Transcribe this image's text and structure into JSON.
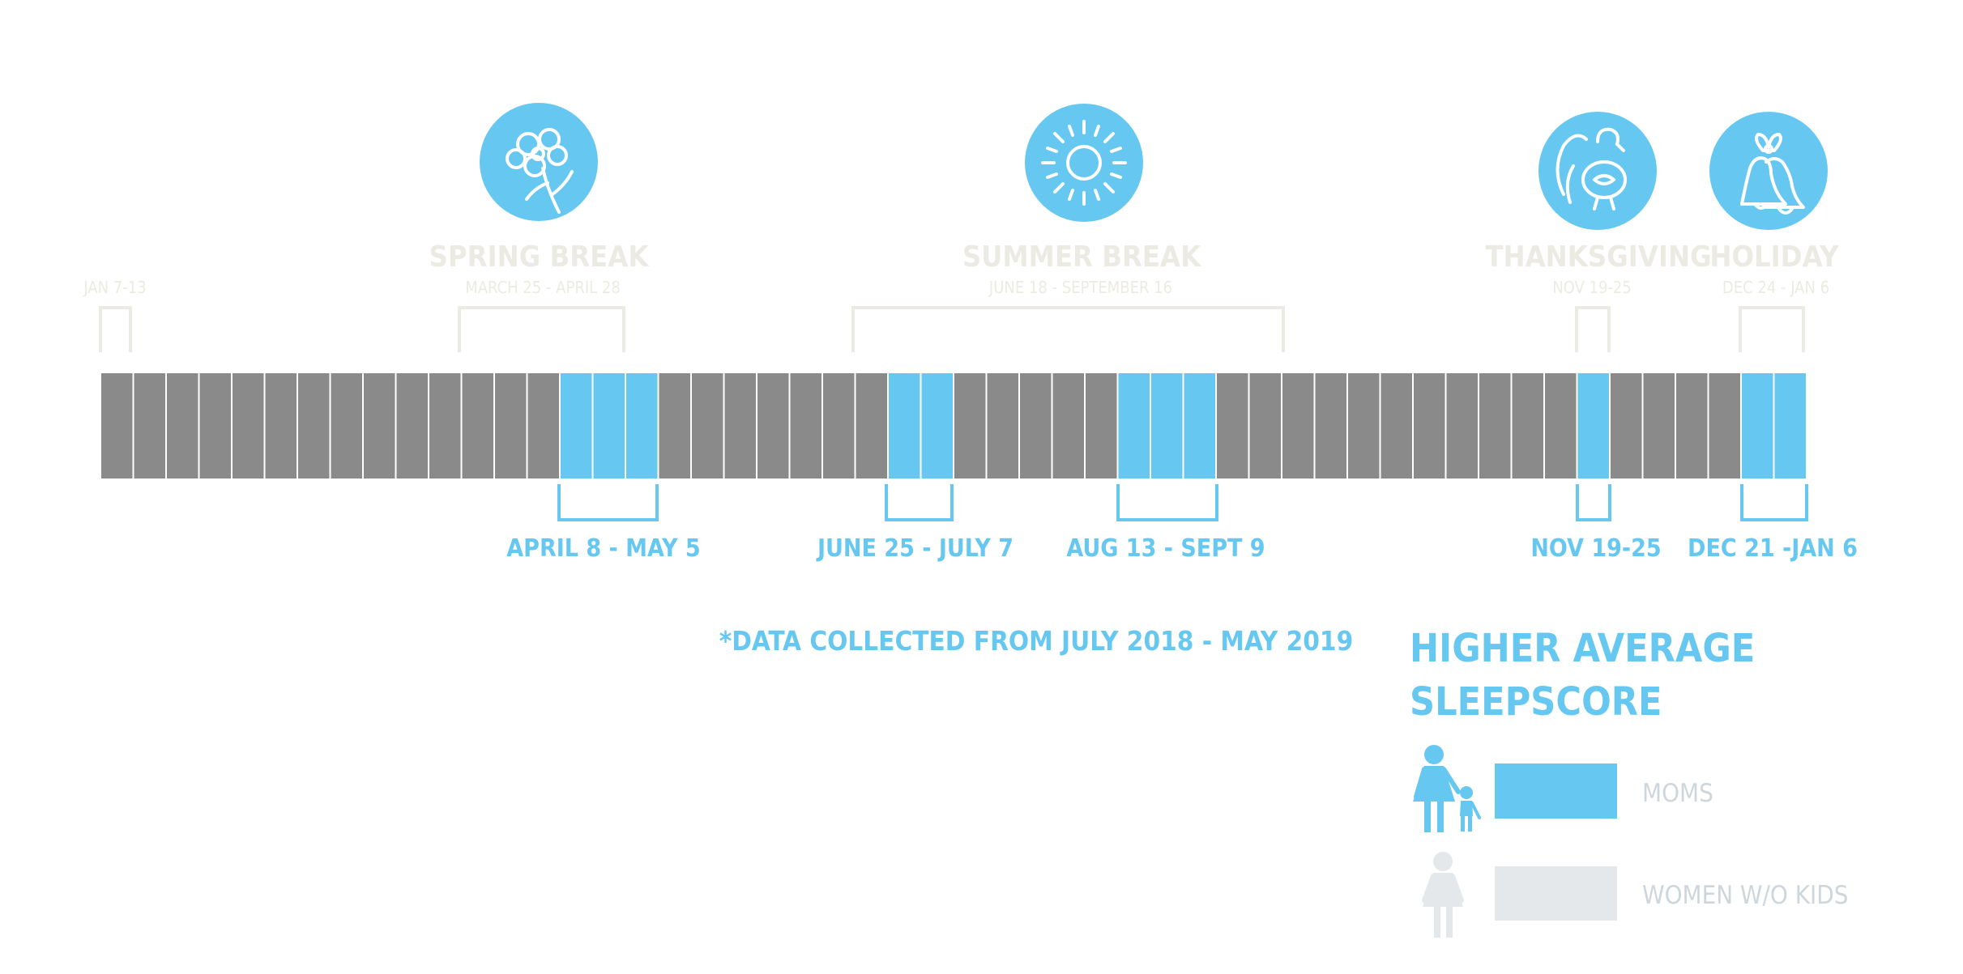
{
  "colors": {
    "accent": "#66c8f1",
    "week_default": "#8a8a8a",
    "week_separator": "#ffffff",
    "faint_text": "#ecebe3",
    "legend_gray": "#e5e8ea",
    "legend_text": "#cfd6db"
  },
  "periods": [
    {
      "key": "jan",
      "title": "",
      "dates": "JAN 7-13",
      "icon": null
    },
    {
      "key": "spring",
      "title": "SPRING BREAK",
      "dates": "MARCH 25 - APRIL 28",
      "icon": "flower-icon"
    },
    {
      "key": "summer",
      "title": "SUMMER BREAK",
      "dates": "JUNE 18 - SEPTEMBER 16",
      "icon": "sun-icon"
    },
    {
      "key": "thanks",
      "title": "THANKSGIVING",
      "dates": "NOV 19-25",
      "icon": "turkey-icon"
    },
    {
      "key": "holiday",
      "title": "HOLIDAY",
      "dates": "DEC 24 - JAN 6",
      "icon": "bells-icon"
    }
  ],
  "weeks": {
    "count": 52,
    "highlighted": [
      14,
      15,
      16,
      24,
      25,
      31,
      32,
      33,
      45,
      50,
      51
    ]
  },
  "highlights": [
    {
      "label": "APRIL 8 - MAY 5"
    },
    {
      "label": "JUNE 25 - JULY 7"
    },
    {
      "label": "AUG 13 - SEPT 9"
    },
    {
      "label": "NOV 19-25"
    },
    {
      "label": "DEC 21 -JAN 6"
    }
  ],
  "footnote": "*DATA COLLECTED FROM JULY 2018 - MAY 2019",
  "legend": {
    "title_line1": "HIGHER AVERAGE",
    "title_line2": "SLEEPSCORE",
    "items": [
      {
        "label": "MOMS",
        "color": "#66c8f1",
        "icon": "mother-child-icon"
      },
      {
        "label": "WOMEN W/O KIDS",
        "color": "#e5e8ea",
        "icon": "woman-icon"
      }
    ]
  }
}
